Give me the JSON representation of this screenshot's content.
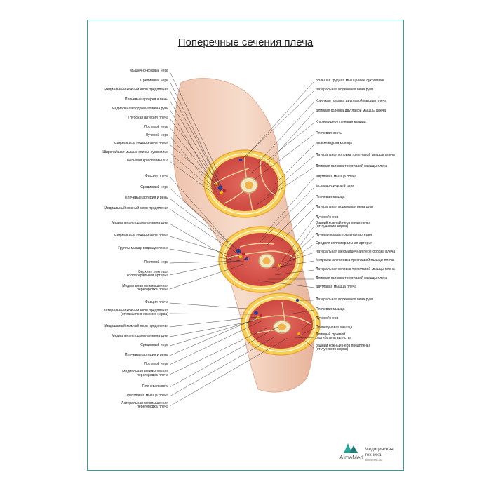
{
  "title": "Поперечные сечения плеча",
  "left_labels": [
    "Мышечно-кожный нерв",
    "Срединный нерв",
    "Медиальный кожный нерв предплечья",
    "Плечевые артерия и вены",
    "Медиальная подкожная вена руки",
    "Глубокая артерия плеча",
    "Локтевой нерв",
    "Лучевой нерв",
    "Медиальный кожный нерв плеча",
    "Широчайшая мышца спины, сухожилие",
    "Большая круглая мышца",
    "Фасция плеча",
    "Срединный нерв",
    "Плечевые артерия и вены",
    "Медиальный кожный нерв предплечья",
    "Медиальная подкожная вена руки",
    "Медиальный кожный нерв плеча",
    "Группы мышц: подразделение",
    "Локтевой нерв",
    "Верхняя локтевая\nколлатеральная артерия",
    "Медиальная межмышечная\nперегородка плеча",
    "Фасция плеча",
    "Латеральный кожный нерв предплечья\n(от мышечно-кожного нерва)",
    "Медиальный кожный нерв предплечья",
    "Медиальная подкожная вена руки",
    "Срединный нерв",
    "Плечевые артерия и вены",
    "Локтевой нерв",
    "Медиальная межмышечная\nперегородка плеча",
    "Плечевая кость",
    "Трехглавая мышца плеча",
    "Латеральная межмышечная\nперегородка плеча"
  ],
  "right_labels": [
    "Большая грудная мышца и ее сухожилие",
    "Латеральная подкожная вена руки",
    "Короткая головка двуглавой мышцы плеча",
    "Длинная головка двуглавой мышцы плеча",
    "Клювовидно-плечевая мышца",
    "Плечевая кость",
    "Дельтовидная мышца",
    "Латеральная головка трехглавой мышцы плеча",
    "Длинная головка трехглавой мышцы плеча",
    "Двуглавая мышца плеча",
    "Мышечно-кожный нерв",
    "Плечевая мышца",
    "Латеральная подкожная вена руки",
    "Лучевой нерв",
    "Задний кожный нерв предплечья\n(от лучевого нерва)",
    "Лучевая коллатеральная артерия",
    "Средняя коллатеральная артерия",
    "Латеральная межмышечная перегородка плеча",
    "Медиальная головка трехглавой мышцы плеча",
    "Латеральная головка трехглавой мышцы плеча",
    "Длинная головка трехглавой мышцы плеча",
    "Двуглавая мышца плеча",
    "Латеральная подкожная вена руки",
    "Плечевая мышца",
    "Лучевой нерв",
    "Плечелучевая мышца",
    "Длинный лучевой\nразгибатель запястья",
    "Задний кожный нерв предплечья\n(от лучевого нерва)"
  ],
  "brand": {
    "name": "AlmaMed",
    "line1": "Медицинская",
    "line2": "техника",
    "site": "almamed.su"
  },
  "colors": {
    "frame": "#2aa39a",
    "skin": "#f3d3c1",
    "fat": "#f5c84a",
    "muscle": "#d9534f",
    "bone": "#f2e6c4",
    "nerve": "#f2c200",
    "vessel_blue": "#2c3e9e",
    "vessel_red": "#c0262d"
  }
}
